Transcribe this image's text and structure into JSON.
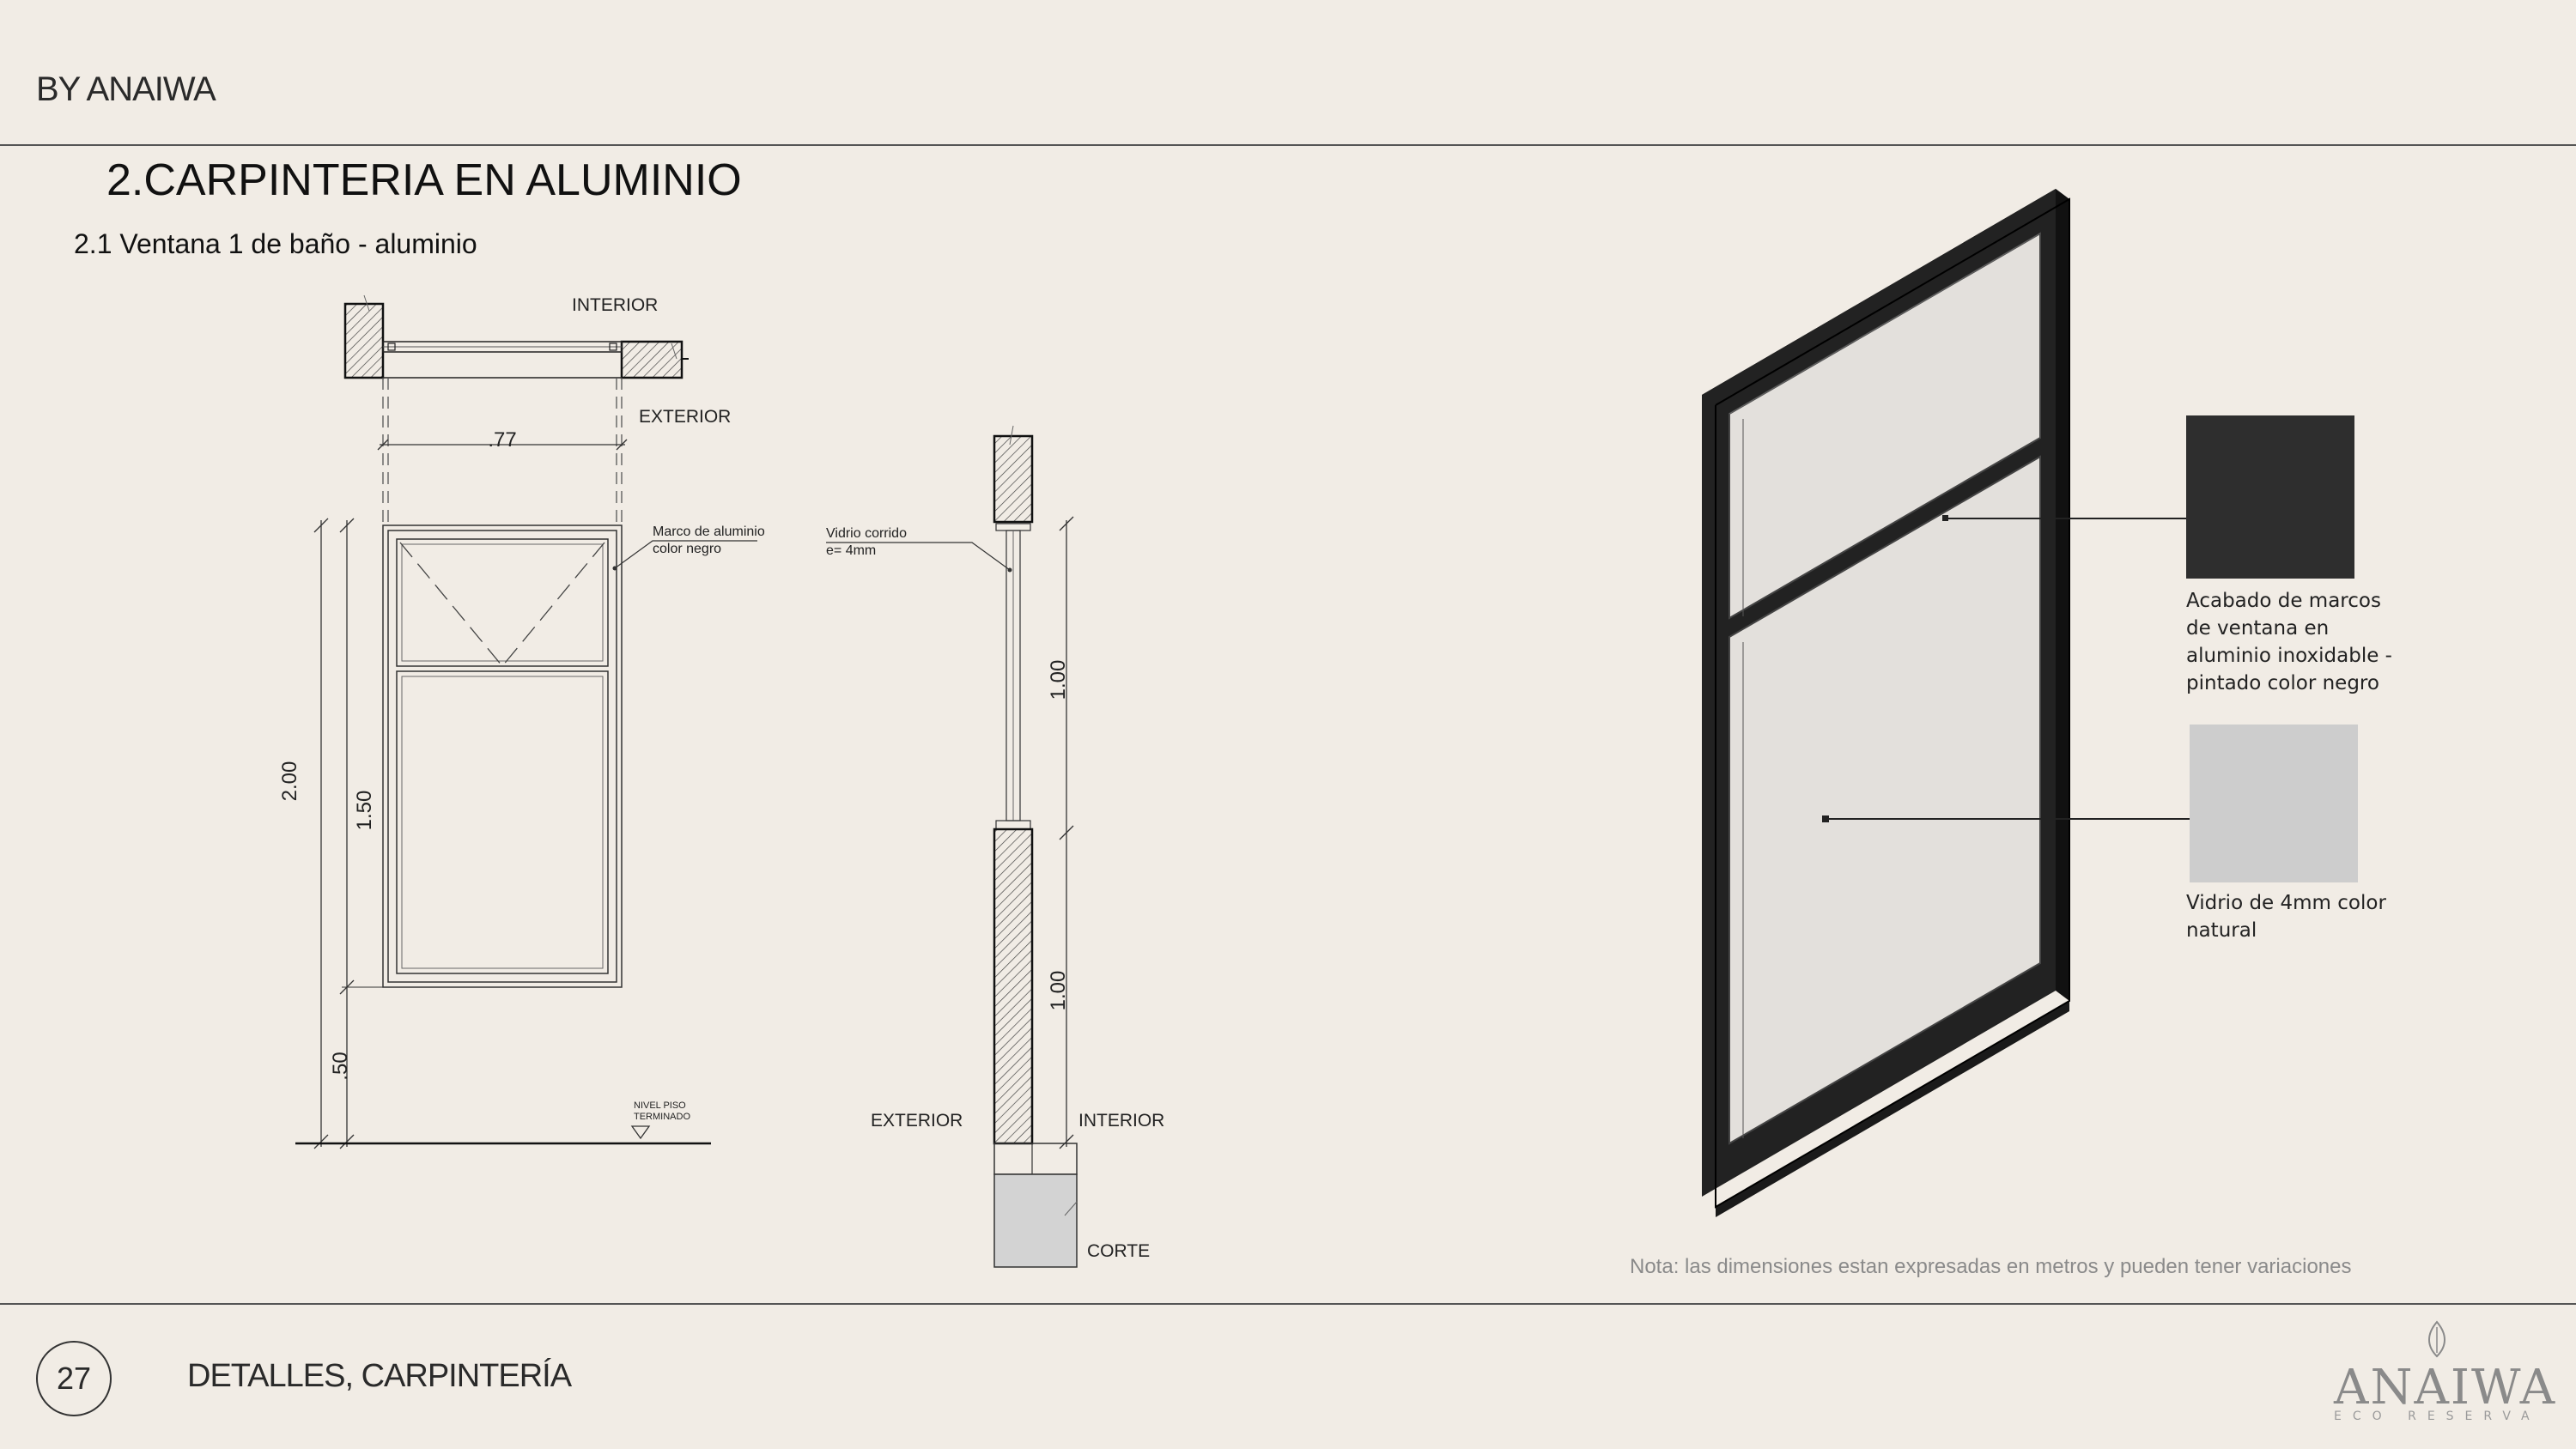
{
  "header": {
    "brand": "BY ANAIWA"
  },
  "title": {
    "number": "2.",
    "text": "CARPINTERIA EN ALUMINIO"
  },
  "subtitle": "2.1  Ventana 1 de baño - aluminio",
  "plan": {
    "interior": "INTERIOR",
    "exterior": "EXTERIOR",
    "width": ".77"
  },
  "elevation": {
    "frame_note_line1": "Marco de aluminio",
    "frame_note_line2": "color negro",
    "total_height": "2.00",
    "window_height": "1.50",
    "sill_height": ".50",
    "floor_line1": "NIVEL PISO",
    "floor_line2": "TERMINADO"
  },
  "section": {
    "glass_note_line1": "Vidrio corrido",
    "glass_note_line2": "e= 4mm",
    "upper_dim": "1.00",
    "lower_dim": "1.00",
    "exterior": "EXTERIOR",
    "interior": "INTERIOR",
    "corte": "CORTE"
  },
  "legend": [
    {
      "text": "Acabado de marcos de ventana en aluminio inoxidable - pintado color negro",
      "color": "#2e2e2e"
    },
    {
      "text": "Vidrio de 4mm color natural",
      "color": "#cdcdcd"
    }
  ],
  "note": "Nota: las dimensiones estan expresadas en metros y pueden tener variaciones",
  "footer": {
    "page_number": "27",
    "section": "DETALLES, CARPINTERÍA",
    "logo_name": "ANAIWA",
    "logo_sub": "ECO RESERVA"
  }
}
